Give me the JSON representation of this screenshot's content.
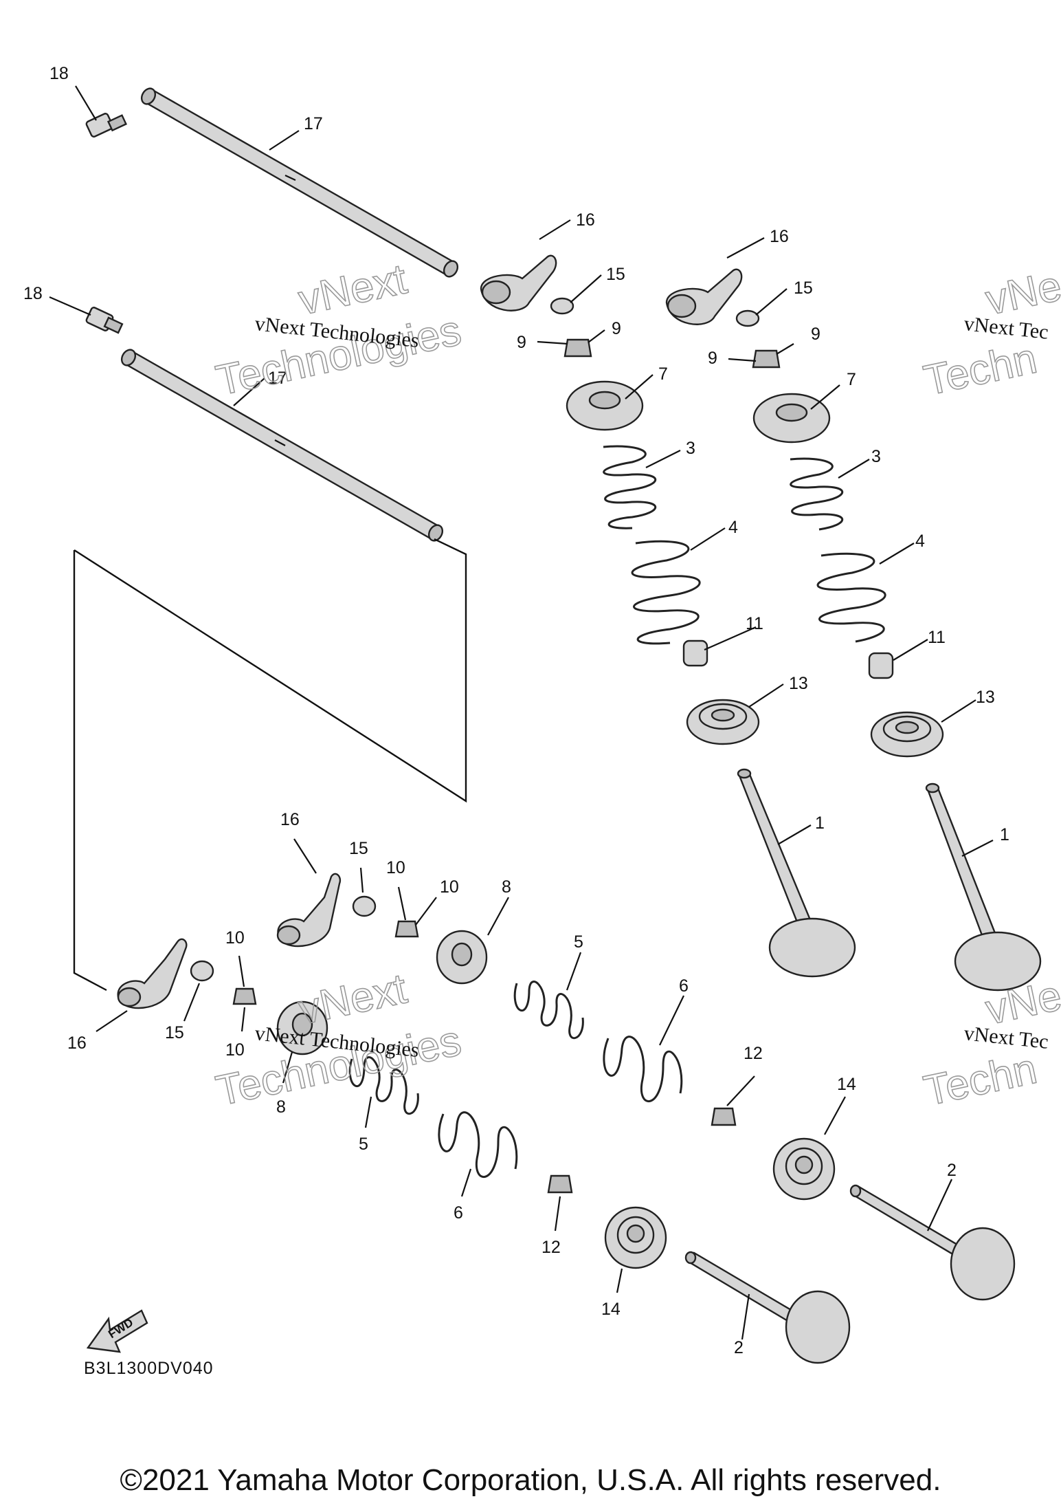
{
  "callouts": {
    "c18a": "18",
    "c17a": "17",
    "c18b": "18",
    "c17b": "17",
    "c16a": "16",
    "c15a": "15",
    "c9a": "9",
    "c9b": "9",
    "c7a": "7",
    "c3a": "3",
    "c4a": "4",
    "c11a": "11",
    "c13a": "13",
    "c1a": "1",
    "c16b": "16",
    "c15b": "15",
    "c9c": "9",
    "c9d": "9",
    "c7b": "7",
    "c3b": "3",
    "c4b": "4",
    "c11b": "11",
    "c13b": "13",
    "c1b": "1",
    "c16c": "16",
    "c15c": "15",
    "c10a": "10",
    "c10b": "10",
    "c8a": "8",
    "c5a": "5",
    "c6a": "6",
    "c10c": "10",
    "c10d": "10",
    "c16d": "16",
    "c15d": "15",
    "c8b": "8",
    "c5b": "5",
    "c6b": "6",
    "c12a": "12",
    "c14a": "14",
    "c2a": "2",
    "c12b": "12",
    "c14b": "14",
    "c2b": "2"
  },
  "watermark": {
    "line1": "vNext Technologies",
    "outline1": "vNext",
    "outline2": "Technologies",
    "partial1": "vNe",
    "partial2": "vNext Tec",
    "partial3": "Techn"
  },
  "fwd_label": "FWD",
  "diagram_code": "B3L1300DV040",
  "copyright": "©2021 Yamaha Motor Corporation, U.S.A. All rights reserved."
}
